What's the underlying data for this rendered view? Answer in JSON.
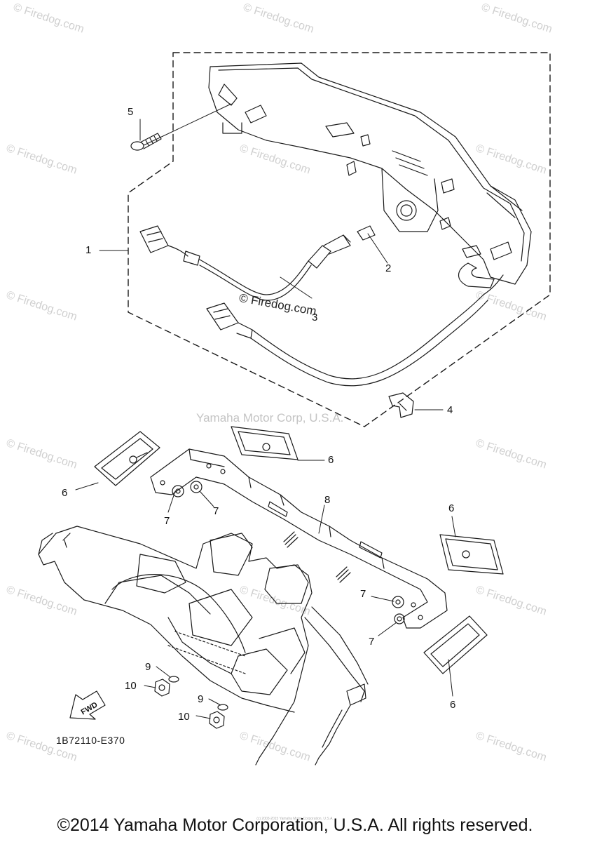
{
  "watermarks": {
    "site": "© Firedog.com",
    "center": "Yamaha Motor Corp, U.S.A.",
    "diagram": "© Firedog.com"
  },
  "callouts": {
    "c1": "1",
    "c2": "2",
    "c3": "3",
    "c4": "4",
    "c5": "5",
    "c6a": "6",
    "c6b": "6",
    "c6c": "6",
    "c6d": "6",
    "c7a": "7",
    "c7b": "7",
    "c7c": "7",
    "c7d": "7",
    "c8": "8",
    "c9a": "9",
    "c9b": "9",
    "c10a": "10",
    "c10b": "10"
  },
  "fwd_label": "FWD",
  "diagram_code": "1B72110-E370",
  "footer": {
    "copyright": "©2014 Yamaha Motor Corporation, U.S.A. All rights reserved.",
    "tiny": "(c) 2003-2015 Yamaha Motor Corporation, U.S.A."
  },
  "colors": {
    "line": "#1a1a1a",
    "watermark": "#cfcfcf"
  }
}
